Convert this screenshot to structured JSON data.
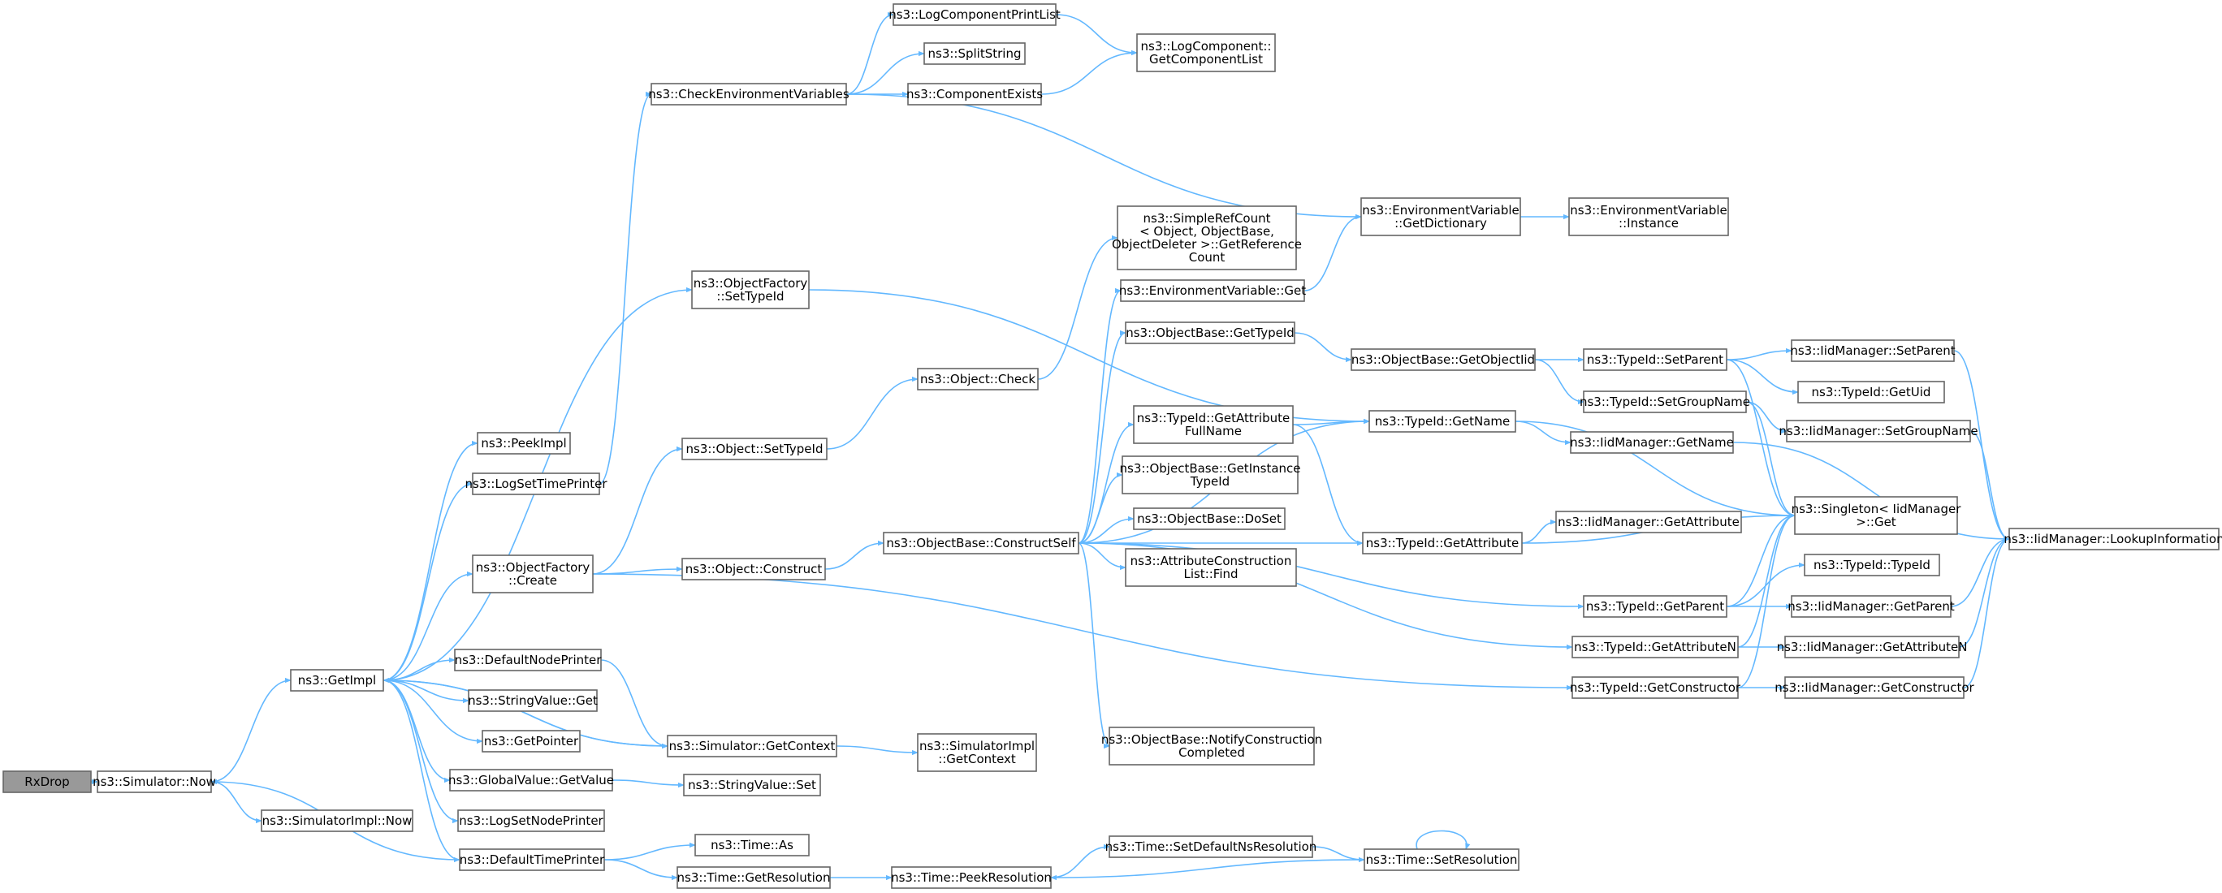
{
  "nodes": [
    {
      "id": "rxdrop",
      "lines": [
        "RxDrop"
      ],
      "root": true
    },
    {
      "id": "sim_now",
      "lines": [
        "ns3::Simulator::Now"
      ]
    },
    {
      "id": "simimpl_now",
      "lines": [
        "ns3::SimulatorImpl::Now"
      ]
    },
    {
      "id": "getimpl",
      "lines": [
        "ns3::GetImpl"
      ]
    },
    {
      "id": "peekimpl",
      "lines": [
        "ns3::PeekImpl"
      ]
    },
    {
      "id": "logsettimeprinter",
      "lines": [
        "ns3::LogSetTimePrinter"
      ]
    },
    {
      "id": "objfactory_create",
      "lines": [
        "ns3::ObjectFactory",
        "::Create"
      ]
    },
    {
      "id": "defaultnodeprinter",
      "lines": [
        "ns3::DefaultNodePrinter"
      ]
    },
    {
      "id": "stringvalue_get",
      "lines": [
        "ns3::StringValue::Get"
      ]
    },
    {
      "id": "getpointer",
      "lines": [
        "ns3::GetPointer"
      ]
    },
    {
      "id": "globalvalue_getvalue",
      "lines": [
        "ns3::GlobalValue::GetValue"
      ]
    },
    {
      "id": "logsetnodeprinter",
      "lines": [
        "ns3::LogSetNodePrinter"
      ]
    },
    {
      "id": "defaulttimeprinter",
      "lines": [
        "ns3::DefaultTimePrinter"
      ]
    },
    {
      "id": "checkenv",
      "lines": [
        "ns3::CheckEnvironmentVariables"
      ]
    },
    {
      "id": "objfactory_settypeid",
      "lines": [
        "ns3::ObjectFactory",
        "::SetTypeId"
      ]
    },
    {
      "id": "object_settypeid",
      "lines": [
        "ns3::Object::SetTypeId"
      ]
    },
    {
      "id": "object_construct",
      "lines": [
        "ns3::Object::Construct"
      ]
    },
    {
      "id": "sim_getcontext",
      "lines": [
        "ns3::Simulator::GetContext"
      ]
    },
    {
      "id": "stringvalue_set",
      "lines": [
        "ns3::StringValue::Set"
      ]
    },
    {
      "id": "time_as",
      "lines": [
        "ns3::Time::As"
      ]
    },
    {
      "id": "time_getresolution",
      "lines": [
        "ns3::Time::GetResolution"
      ]
    },
    {
      "id": "logcompprintlist",
      "lines": [
        "ns3::LogComponentPrintList"
      ]
    },
    {
      "id": "splitstring",
      "lines": [
        "ns3::SplitString"
      ]
    },
    {
      "id": "componentexists",
      "lines": [
        "ns3::ComponentExists"
      ]
    },
    {
      "id": "logcomp_getlist",
      "lines": [
        "ns3::LogComponent::",
        "GetComponentList"
      ]
    },
    {
      "id": "object_check",
      "lines": [
        "ns3::Object::Check"
      ]
    },
    {
      "id": "simimpl_getcontext",
      "lines": [
        "ns3::SimulatorImpl",
        "::GetContext"
      ]
    },
    {
      "id": "time_peekresolution",
      "lines": [
        "ns3::Time::PeekResolution"
      ]
    },
    {
      "id": "objbase_constructself",
      "lines": [
        "ns3::ObjectBase::ConstructSelf"
      ]
    },
    {
      "id": "simplerefcount",
      "lines": [
        "ns3::SimpleRefCount",
        "< Object, ObjectBase,",
        " ObjectDeleter >::GetReference",
        "Count"
      ]
    },
    {
      "id": "envvar_get",
      "lines": [
        "ns3::EnvironmentVariable::Get"
      ]
    },
    {
      "id": "objbase_gettypeid",
      "lines": [
        "ns3::ObjectBase::GetTypeId"
      ]
    },
    {
      "id": "typeid_getattrfullname",
      "lines": [
        "ns3::TypeId::GetAttribute",
        "FullName"
      ]
    },
    {
      "id": "objbase_getinstancetypeid",
      "lines": [
        "ns3::ObjectBase::GetInstance",
        "TypeId"
      ]
    },
    {
      "id": "objbase_doset",
      "lines": [
        "ns3::ObjectBase::DoSet"
      ]
    },
    {
      "id": "attrconstructionlist_find",
      "lines": [
        "ns3::AttributeConstruction",
        "List::Find"
      ]
    },
    {
      "id": "objbase_notifyconstruction",
      "lines": [
        "ns3::ObjectBase::NotifyConstruction",
        "Completed"
      ]
    },
    {
      "id": "time_setdefaultns",
      "lines": [
        "ns3::Time::SetDefaultNsResolution"
      ]
    },
    {
      "id": "envvar_getdictionary",
      "lines": [
        "ns3::EnvironmentVariable",
        "::GetDictionary"
      ]
    },
    {
      "id": "objbase_getobjectiid",
      "lines": [
        "ns3::ObjectBase::GetObjectIid"
      ]
    },
    {
      "id": "typeid_getname",
      "lines": [
        "ns3::TypeId::GetName"
      ]
    },
    {
      "id": "typeid_getattribute",
      "lines": [
        "ns3::TypeId::GetAttribute"
      ]
    },
    {
      "id": "time_setresolution",
      "lines": [
        "ns3::Time::SetResolution"
      ]
    },
    {
      "id": "envvar_instance",
      "lines": [
        "ns3::EnvironmentVariable",
        "::Instance"
      ]
    },
    {
      "id": "typeid_setparent",
      "lines": [
        "ns3::TypeId::SetParent"
      ]
    },
    {
      "id": "typeid_setgroupname",
      "lines": [
        "ns3::TypeId::SetGroupName"
      ]
    },
    {
      "id": "iidmgr_getname",
      "lines": [
        "ns3::IidManager::GetName"
      ]
    },
    {
      "id": "iidmgr_getattribute",
      "lines": [
        "ns3::IidManager::GetAttribute"
      ]
    },
    {
      "id": "typeid_getparent",
      "lines": [
        "ns3::TypeId::GetParent"
      ]
    },
    {
      "id": "typeid_getattributen",
      "lines": [
        "ns3::TypeId::GetAttributeN"
      ]
    },
    {
      "id": "typeid_getconstructor",
      "lines": [
        "ns3::TypeId::GetConstructor"
      ]
    },
    {
      "id": "iidmgr_setparent",
      "lines": [
        "ns3::IidManager::SetParent"
      ]
    },
    {
      "id": "typeid_getuid",
      "lines": [
        "ns3::TypeId::GetUid"
      ]
    },
    {
      "id": "iidmgr_setgroupname",
      "lines": [
        "ns3::IidManager::SetGroupName"
      ]
    },
    {
      "id": "singleton_get",
      "lines": [
        "ns3::Singleton< IidManager",
        " >::Get"
      ]
    },
    {
      "id": "typeid_typeid",
      "lines": [
        "ns3::TypeId::TypeId"
      ]
    },
    {
      "id": "iidmgr_getparent",
      "lines": [
        "ns3::IidManager::GetParent"
      ]
    },
    {
      "id": "iidmgr_getattributen",
      "lines": [
        "ns3::IidManager::GetAttributeN"
      ]
    },
    {
      "id": "iidmgr_getconstructor",
      "lines": [
        "ns3::IidManager::GetConstructor"
      ]
    },
    {
      "id": "iidmgr_lookupinfo",
      "lines": [
        "ns3::IidManager::LookupInformation"
      ]
    }
  ],
  "edges": [
    [
      "rxdrop",
      "sim_now"
    ],
    [
      "sim_now",
      "getimpl"
    ],
    [
      "sim_now",
      "simimpl_now"
    ],
    [
      "getimpl",
      "peekimpl"
    ],
    [
      "getimpl",
      "logsettimeprinter"
    ],
    [
      "getimpl",
      "objfactory_create"
    ],
    [
      "getimpl",
      "objfactory_settypeid"
    ],
    [
      "getimpl",
      "defaultnodeprinter"
    ],
    [
      "getimpl",
      "stringvalue_get"
    ],
    [
      "getimpl",
      "getpointer"
    ],
    [
      "getimpl",
      "globalvalue_getvalue"
    ],
    [
      "getimpl",
      "logsetnodeprinter"
    ],
    [
      "getimpl",
      "defaulttimeprinter"
    ],
    [
      "getimpl",
      "sim_getcontext"
    ],
    [
      "logsettimeprinter",
      "checkenv"
    ],
    [
      "objfactory_create",
      "object_settypeid"
    ],
    [
      "objfactory_create",
      "object_construct"
    ],
    [
      "objfactory_create",
      "typeid_getconstructor"
    ],
    [
      "objfactory_settypeid",
      "typeid_getname"
    ],
    [
      "defaultnodeprinter",
      "sim_getcontext"
    ],
    [
      "sim_getcontext",
      "getimpl"
    ],
    [
      "sim_getcontext",
      "simimpl_getcontext"
    ],
    [
      "globalvalue_getvalue",
      "stringvalue_set"
    ],
    [
      "defaulttimeprinter",
      "sim_now"
    ],
    [
      "defaulttimeprinter",
      "time_as"
    ],
    [
      "defaulttimeprinter",
      "time_getresolution"
    ],
    [
      "time_getresolution",
      "time_peekresolution"
    ],
    [
      "checkenv",
      "logcompprintlist"
    ],
    [
      "checkenv",
      "splitstring"
    ],
    [
      "checkenv",
      "componentexists"
    ],
    [
      "checkenv",
      "envvar_getdictionary"
    ],
    [
      "logcompprintlist",
      "logcomp_getlist"
    ],
    [
      "componentexists",
      "logcomp_getlist"
    ],
    [
      "object_settypeid",
      "object_check"
    ],
    [
      "object_check",
      "simplerefcount"
    ],
    [
      "object_construct",
      "objbase_constructself"
    ],
    [
      "objbase_constructself",
      "envvar_get"
    ],
    [
      "objbase_constructself",
      "objbase_gettypeid"
    ],
    [
      "objbase_constructself",
      "typeid_getattrfullname"
    ],
    [
      "objbase_constructself",
      "objbase_getinstancetypeid"
    ],
    [
      "objbase_constructself",
      "objbase_doset"
    ],
    [
      "objbase_constructself",
      "attrconstructionlist_find"
    ],
    [
      "objbase_constructself",
      "objbase_notifyconstruction"
    ],
    [
      "objbase_constructself",
      "typeid_getname"
    ],
    [
      "objbase_constructself",
      "typeid_getattribute"
    ],
    [
      "objbase_constructself",
      "typeid_getparent"
    ],
    [
      "objbase_constructself",
      "typeid_getattributen"
    ],
    [
      "envvar_get",
      "envvar_getdictionary"
    ],
    [
      "envvar_getdictionary",
      "envvar_instance"
    ],
    [
      "objbase_gettypeid",
      "objbase_getobjectiid"
    ],
    [
      "objbase_getobjectiid",
      "typeid_setparent"
    ],
    [
      "objbase_getobjectiid",
      "typeid_setgroupname"
    ],
    [
      "typeid_getattrfullname",
      "typeid_getname"
    ],
    [
      "typeid_getattrfullname",
      "typeid_getattribute"
    ],
    [
      "typeid_getname",
      "iidmgr_getname"
    ],
    [
      "typeid_getname",
      "singleton_get"
    ],
    [
      "typeid_getattribute",
      "iidmgr_getattribute"
    ],
    [
      "typeid_getattribute",
      "singleton_get"
    ],
    [
      "typeid_setparent",
      "iidmgr_setparent"
    ],
    [
      "typeid_setparent",
      "typeid_getuid"
    ],
    [
      "typeid_setparent",
      "singleton_get"
    ],
    [
      "typeid_setgroupname",
      "iidmgr_setgroupname"
    ],
    [
      "typeid_setgroupname",
      "singleton_get"
    ],
    [
      "typeid_getparent",
      "typeid_typeid"
    ],
    [
      "typeid_getparent",
      "iidmgr_getparent"
    ],
    [
      "typeid_getparent",
      "singleton_get"
    ],
    [
      "typeid_getattributen",
      "iidmgr_getattributen"
    ],
    [
      "typeid_getattributen",
      "singleton_get"
    ],
    [
      "typeid_getconstructor",
      "iidmgr_getconstructor"
    ],
    [
      "typeid_getconstructor",
      "singleton_get"
    ],
    [
      "iidmgr_setparent",
      "iidmgr_lookupinfo"
    ],
    [
      "iidmgr_setgroupname",
      "iidmgr_lookupinfo"
    ],
    [
      "iidmgr_getname",
      "iidmgr_lookupinfo"
    ],
    [
      "iidmgr_getparent",
      "iidmgr_lookupinfo"
    ],
    [
      "iidmgr_getattributen",
      "iidmgr_lookupinfo"
    ],
    [
      "iidmgr_getconstructor",
      "iidmgr_lookupinfo"
    ],
    [
      "time_peekresolution",
      "time_setdefaultns"
    ],
    [
      "time_setdefaultns",
      "time_setresolution"
    ],
    [
      "time_setresolution",
      "time_peekresolution"
    ],
    [
      "time_setresolution",
      "time_setresolution"
    ]
  ]
}
